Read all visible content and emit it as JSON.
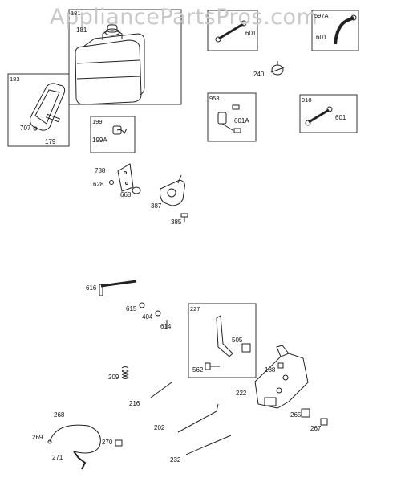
{
  "watermark": "AppliancePartsPros.com",
  "boxes": {
    "b181": "181",
    "b183": "183",
    "b199": "199",
    "b227": "227",
    "b958": "958",
    "b918": "918",
    "b597a": "597A"
  },
  "parts": {
    "p181": "181",
    "p601a": "601",
    "p601b": "601",
    "p601c": "601",
    "p601A": "601A",
    "p240": "240",
    "p707": "707",
    "p179": "179",
    "p199A": "199A",
    "p788": "788",
    "p628": "628",
    "p668": "668",
    "p387": "387",
    "p385": "385",
    "p616": "616",
    "p615": "615",
    "p404": "404",
    "p614": "614",
    "p505": "505",
    "p562": "562",
    "p209": "209",
    "p188": "188",
    "p222": "222",
    "p216": "216",
    "p265": "265",
    "p267": "267",
    "p268": "268",
    "p202": "202",
    "p269": "269",
    "p270": "270",
    "p271": "271",
    "p232": "232"
  }
}
